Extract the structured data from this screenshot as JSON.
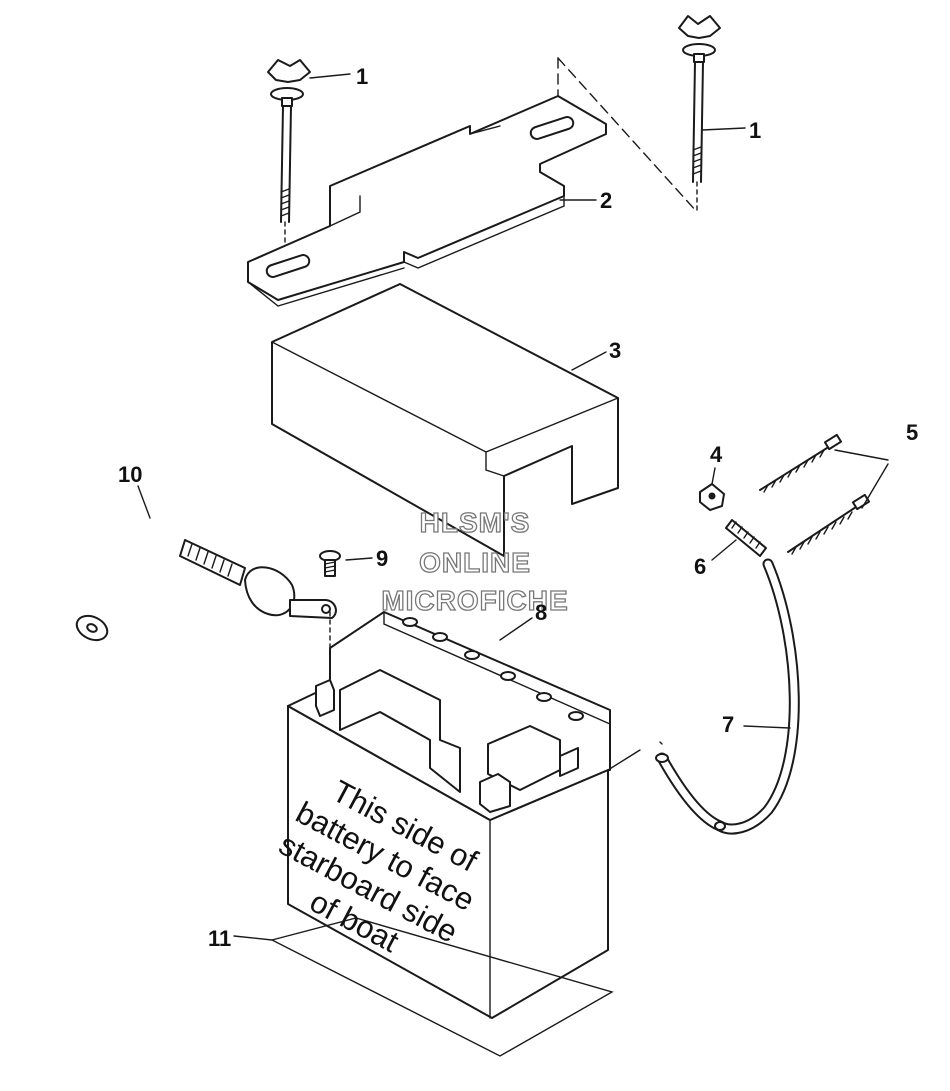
{
  "callouts": [
    {
      "id": "1a",
      "label": "1"
    },
    {
      "id": "1b",
      "label": "1"
    },
    {
      "id": "2",
      "label": "2"
    },
    {
      "id": "3",
      "label": "3"
    },
    {
      "id": "4",
      "label": "4"
    },
    {
      "id": "5",
      "label": "5"
    },
    {
      "id": "6",
      "label": "6"
    },
    {
      "id": "7",
      "label": "7"
    },
    {
      "id": "8",
      "label": "8"
    },
    {
      "id": "9",
      "label": "9"
    },
    {
      "id": "10",
      "label": "10"
    },
    {
      "id": "11",
      "label": "11"
    }
  ],
  "battery_label": [
    "This side of",
    "battery to face",
    "starboard side",
    "of boat"
  ],
  "watermark": [
    "HLSM'S",
    "ONLINE",
    "MICROFICHE"
  ]
}
